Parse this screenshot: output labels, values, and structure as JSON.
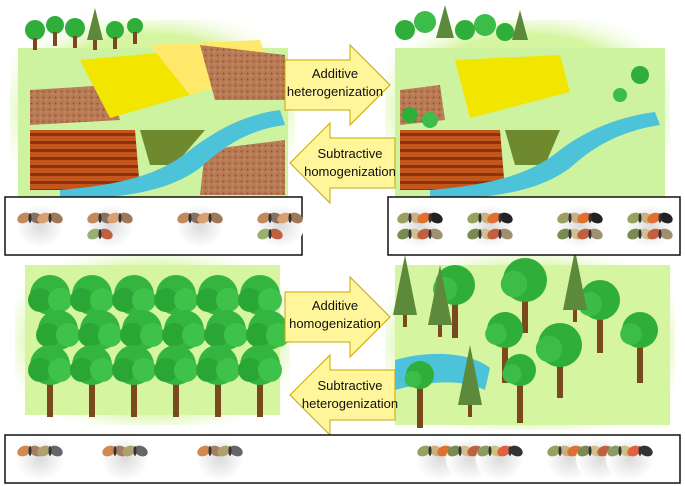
{
  "arrows": {
    "additive_heterogenization": "Additive heterogenization",
    "subtractive_homogenization": "Subtractive homogenization",
    "additive_homogenization": "Additive homogenization",
    "subtractive_heterogenization": "Subtractive heterogenization"
  },
  "arrow_lines": {
    "additive_heterogenization": [
      "Additive",
      "heterogenization"
    ],
    "subtractive_homogenization": [
      "Subtractive",
      "homogenization"
    ],
    "additive_homogenization": [
      "Additive",
      "homogenization"
    ],
    "subtractive_heterogenization": [
      "Subtractive",
      "heterogenization"
    ]
  },
  "colors": {
    "arrow_fill": "#fff59a",
    "arrow_stroke": "#c9a800",
    "field_yellow": "#f2e600",
    "field_brown": "#a0522d",
    "plowed": "#c0521a",
    "stream": "#4cc3d9",
    "glow_green": "#c8f08c",
    "tree_green": "#2fae3a",
    "trunk": "#7a4a1e",
    "conifer": "#5d8a3a"
  },
  "panels": {
    "top_left": "agricultural landscape with sparse tree cover",
    "top_right": "agricultural landscape with restored hedgerows and vegetation",
    "bottom_left": "uniform planted forest",
    "bottom_right": "heterogeneous natural forest"
  },
  "moth_boxes": {
    "top_left_groups": 4,
    "top_right_groups": 4,
    "bottom_left_groups": 3,
    "bottom_right_groups": 2
  }
}
